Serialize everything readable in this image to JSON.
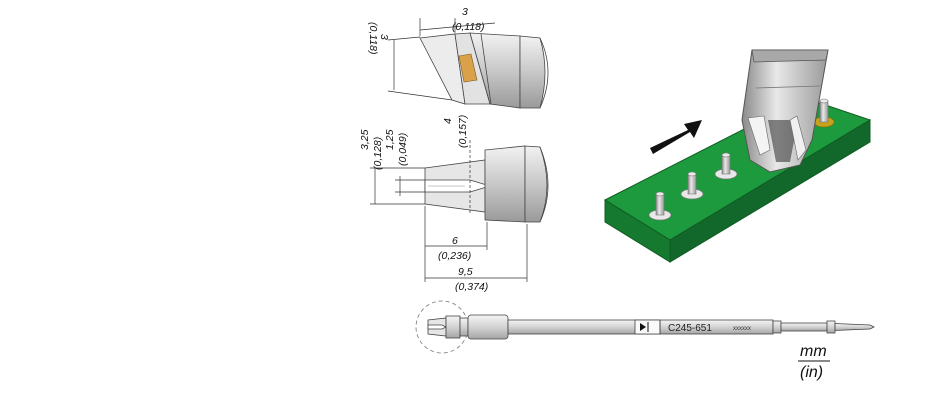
{
  "dimensions": {
    "side_width_mm": "3",
    "side_width_in": "(0,118)",
    "side_height_mm": "3",
    "side_height_in": "(0,118)",
    "slot_depth_mm": "4",
    "slot_depth_in": "(0,157)",
    "outer_width_mm": "3,25",
    "outer_width_in": "(0,128)",
    "slot_width_mm": "1,25",
    "slot_width_in": "(0,049)",
    "head_length_mm": "6",
    "head_length_in": "(0,236)",
    "total_length_mm": "9,5",
    "total_length_in": "(0,374)"
  },
  "cartridge": {
    "model": "C245-651",
    "serial": "xxxxxx"
  },
  "units": {
    "primary": "mm",
    "secondary": "(in)"
  },
  "colors": {
    "pcb": "#1e9a3e",
    "pad": "#c8a21a",
    "metal": "#d2d2d2",
    "tip_insert": "#d9a24a",
    "arrow": "#111111"
  }
}
